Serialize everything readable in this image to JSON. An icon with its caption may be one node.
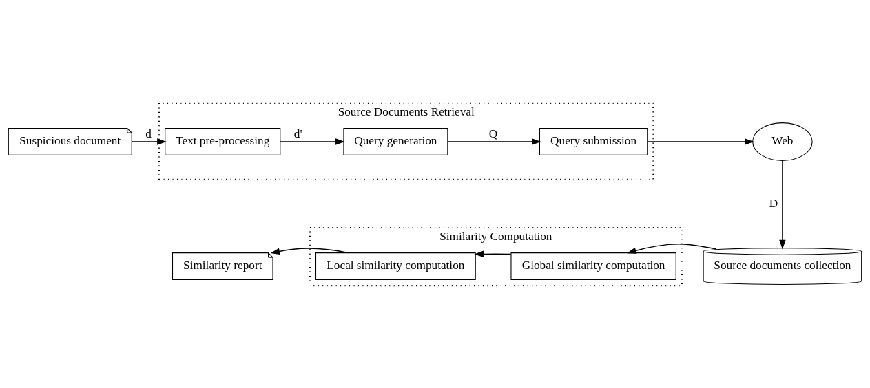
{
  "diagram": {
    "nodes": [
      {
        "text": [
          "Suspicious document"
        ]
      },
      {
        "text": [
          "Source Documents Retrieval"
        ]
      },
      {
        "text": [
          "Text pre-processing"
        ],
        "in": 1
      },
      {
        "text": [
          "Query generation"
        ],
        "in": 1
      },
      {
        "text": [
          "Query submission"
        ],
        "in": 1
      },
      {
        "text": [
          "Web"
        ]
      },
      {
        "text": [
          "Source documents collection"
        ]
      },
      {
        "text": [
          "Similarity Computation"
        ]
      },
      {
        "text": [
          "Global similarity computation"
        ],
        "in": 7
      },
      {
        "text": [
          "Local similarity computation"
        ],
        "in": 7
      },
      {
        "text": [
          "Similarity report"
        ]
      }
    ],
    "edges": [
      {
        "from": 0,
        "to": 2,
        "arrow": "to",
        "label": "d"
      },
      {
        "from": 2,
        "to": 3,
        "arrow": "to",
        "label": "d'"
      },
      {
        "from": 3,
        "to": 4,
        "arrow": "to",
        "label": "Q"
      },
      {
        "from": 4,
        "to": 5,
        "arrow": "to"
      },
      {
        "from": 5,
        "to": 6,
        "arrow": "to",
        "label": "D"
      },
      {
        "from": 6,
        "to": 8,
        "arrow": "to"
      },
      {
        "from": 8,
        "to": 9,
        "arrow": "to"
      },
      {
        "from": 9,
        "to": 10,
        "arrow": "to"
      }
    ]
  }
}
